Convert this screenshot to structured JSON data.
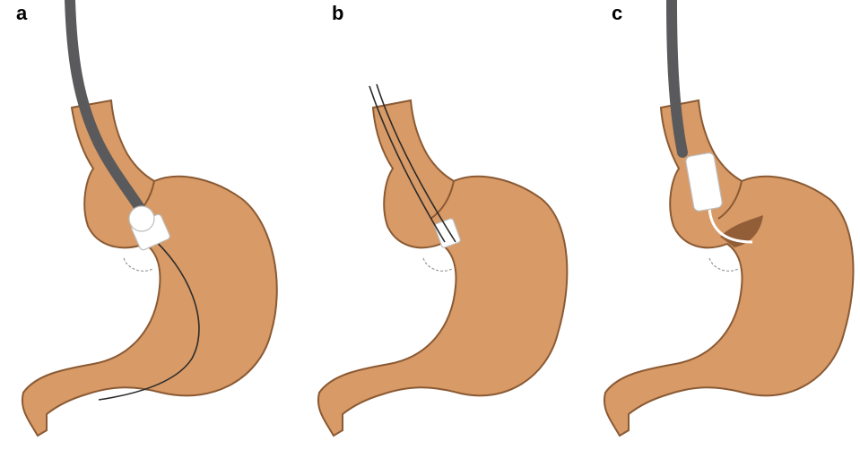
{
  "panels": [
    {
      "label": "a"
    },
    {
      "label": "b"
    },
    {
      "label": "c"
    }
  ],
  "colors": {
    "stomach_fill": "#D89A66",
    "stomach_outline": "#8A5A34",
    "endoscope": "#5A5A5C",
    "guidewire": "#2B2B2B",
    "device": "#FFFFFF",
    "shadow": "#7A4A2A"
  }
}
